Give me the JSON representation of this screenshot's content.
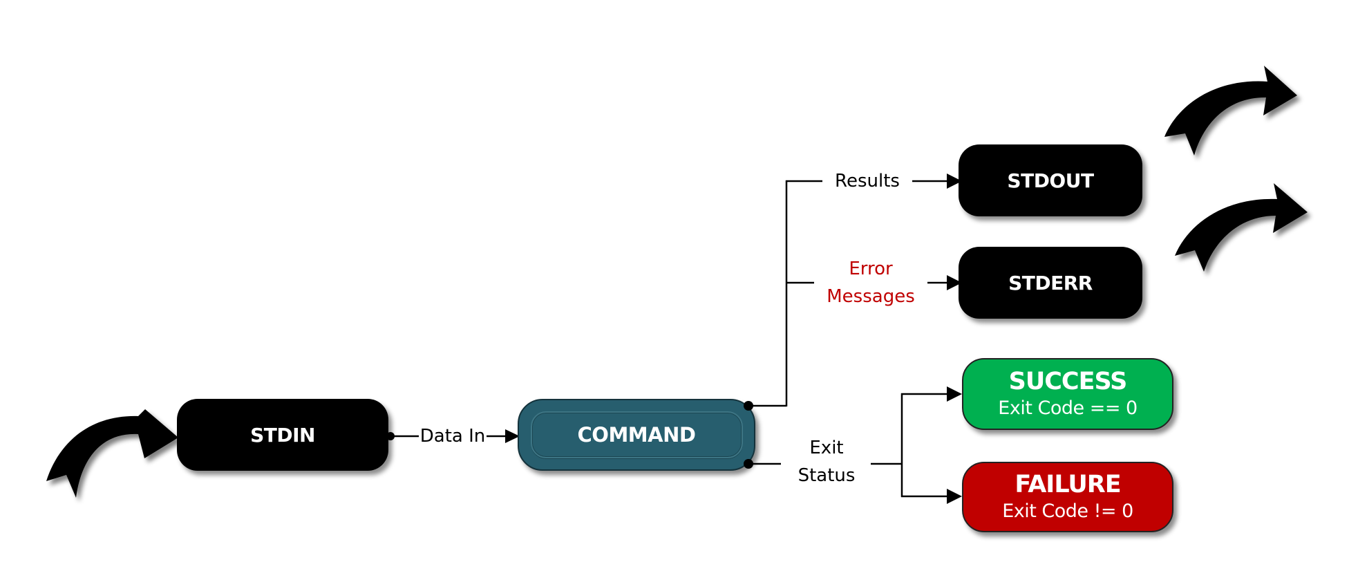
{
  "title": "Command input/output streams and exit status",
  "colors": {
    "stream_box": "#000000",
    "command_box": "#275E6E",
    "success": "#00B050",
    "failure": "#C00000",
    "error_label": "#C00000",
    "line": "#000000"
  },
  "nodes": {
    "stdin": {
      "label": "STDIN"
    },
    "command": {
      "label": "COMMAND"
    },
    "stdout": {
      "label": "STDOUT"
    },
    "stderr": {
      "label": "STDERR"
    },
    "success": {
      "title": "SUCCESS",
      "subtitle": "Exit Code == 0"
    },
    "failure": {
      "title": "FAILURE",
      "subtitle": "Exit Code != 0"
    }
  },
  "edges": {
    "data_in": {
      "label": "Data In",
      "from": "STDIN",
      "to": "COMMAND"
    },
    "results": {
      "label": "Results",
      "from": "COMMAND",
      "to": "STDOUT"
    },
    "error_messages": {
      "label_line1": "Error",
      "label_line2": "Messages",
      "from": "COMMAND",
      "to": "STDERR"
    },
    "exit_status": {
      "label_line1": "Exit",
      "label_line2": "Status",
      "from": "COMMAND",
      "to": [
        "SUCCESS",
        "FAILURE"
      ]
    }
  },
  "icons": {
    "input_arrow": "curved-arrow-icon",
    "stdout_arrow": "curved-arrow-icon",
    "stderr_arrow": "curved-arrow-icon"
  }
}
